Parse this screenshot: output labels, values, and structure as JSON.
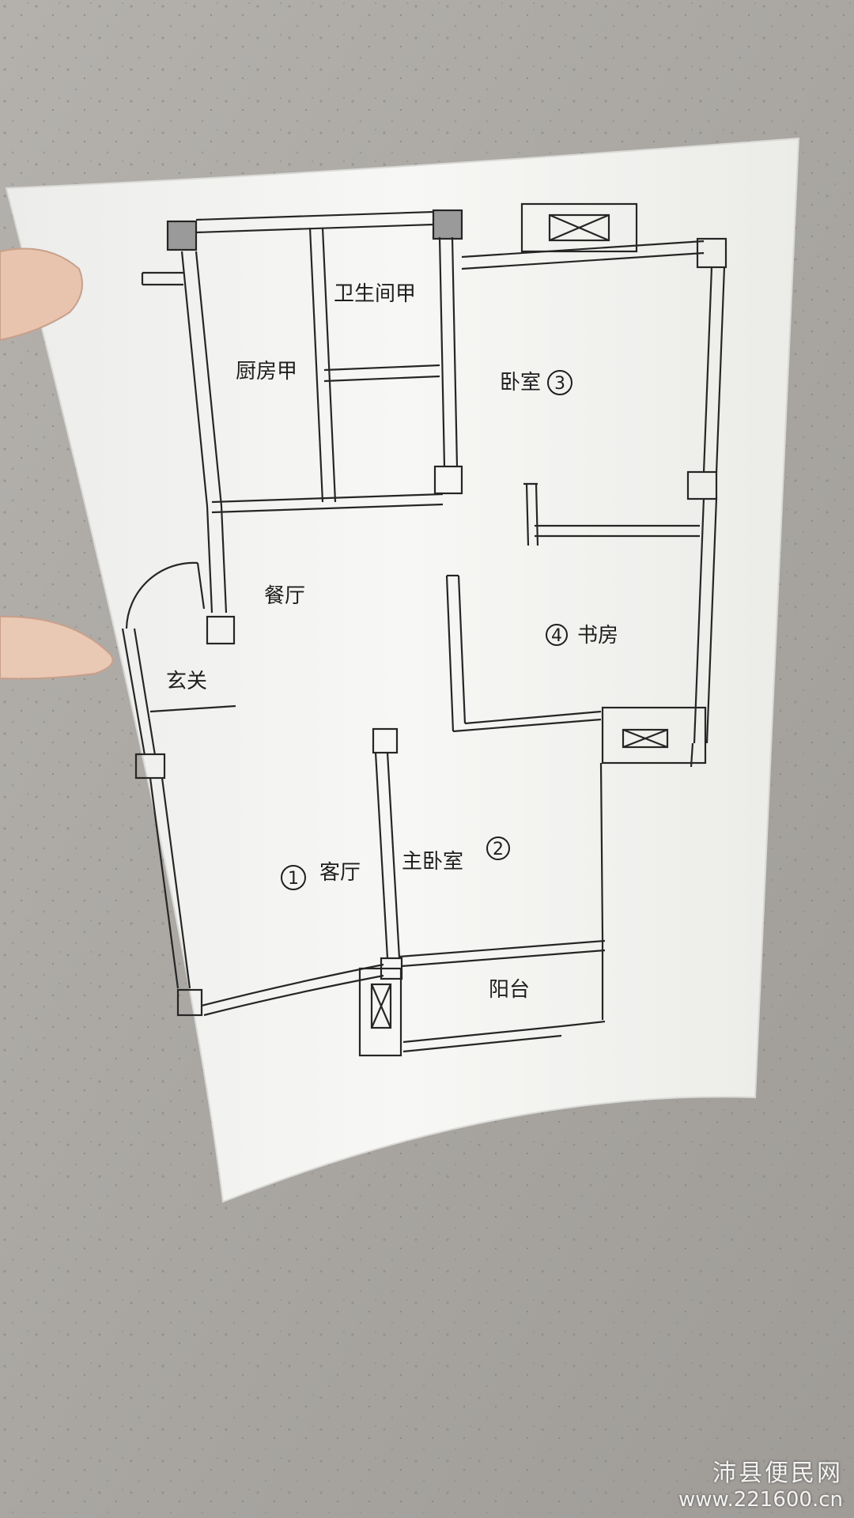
{
  "photo": {
    "colors": {
      "wall": "#a9a6a2",
      "paper": "#f3f3f1",
      "ink": "#262626",
      "skin": "#e9c7b3"
    }
  },
  "floor_plan": {
    "rooms": {
      "kitchen": "厨房甲",
      "bathroom": "卫生间甲",
      "bedroom3": "卧室",
      "dining": "餐厅",
      "study": "书房",
      "entrance": "玄关",
      "living": "客厅",
      "master_bedroom": "主卧室",
      "balcony": "阳台"
    },
    "numbers": {
      "living": "1",
      "master_bedroom": "2",
      "bedroom3": "3",
      "study": "4"
    }
  },
  "watermark": {
    "name": "沛县便民网",
    "url": "www.221600.cn"
  }
}
